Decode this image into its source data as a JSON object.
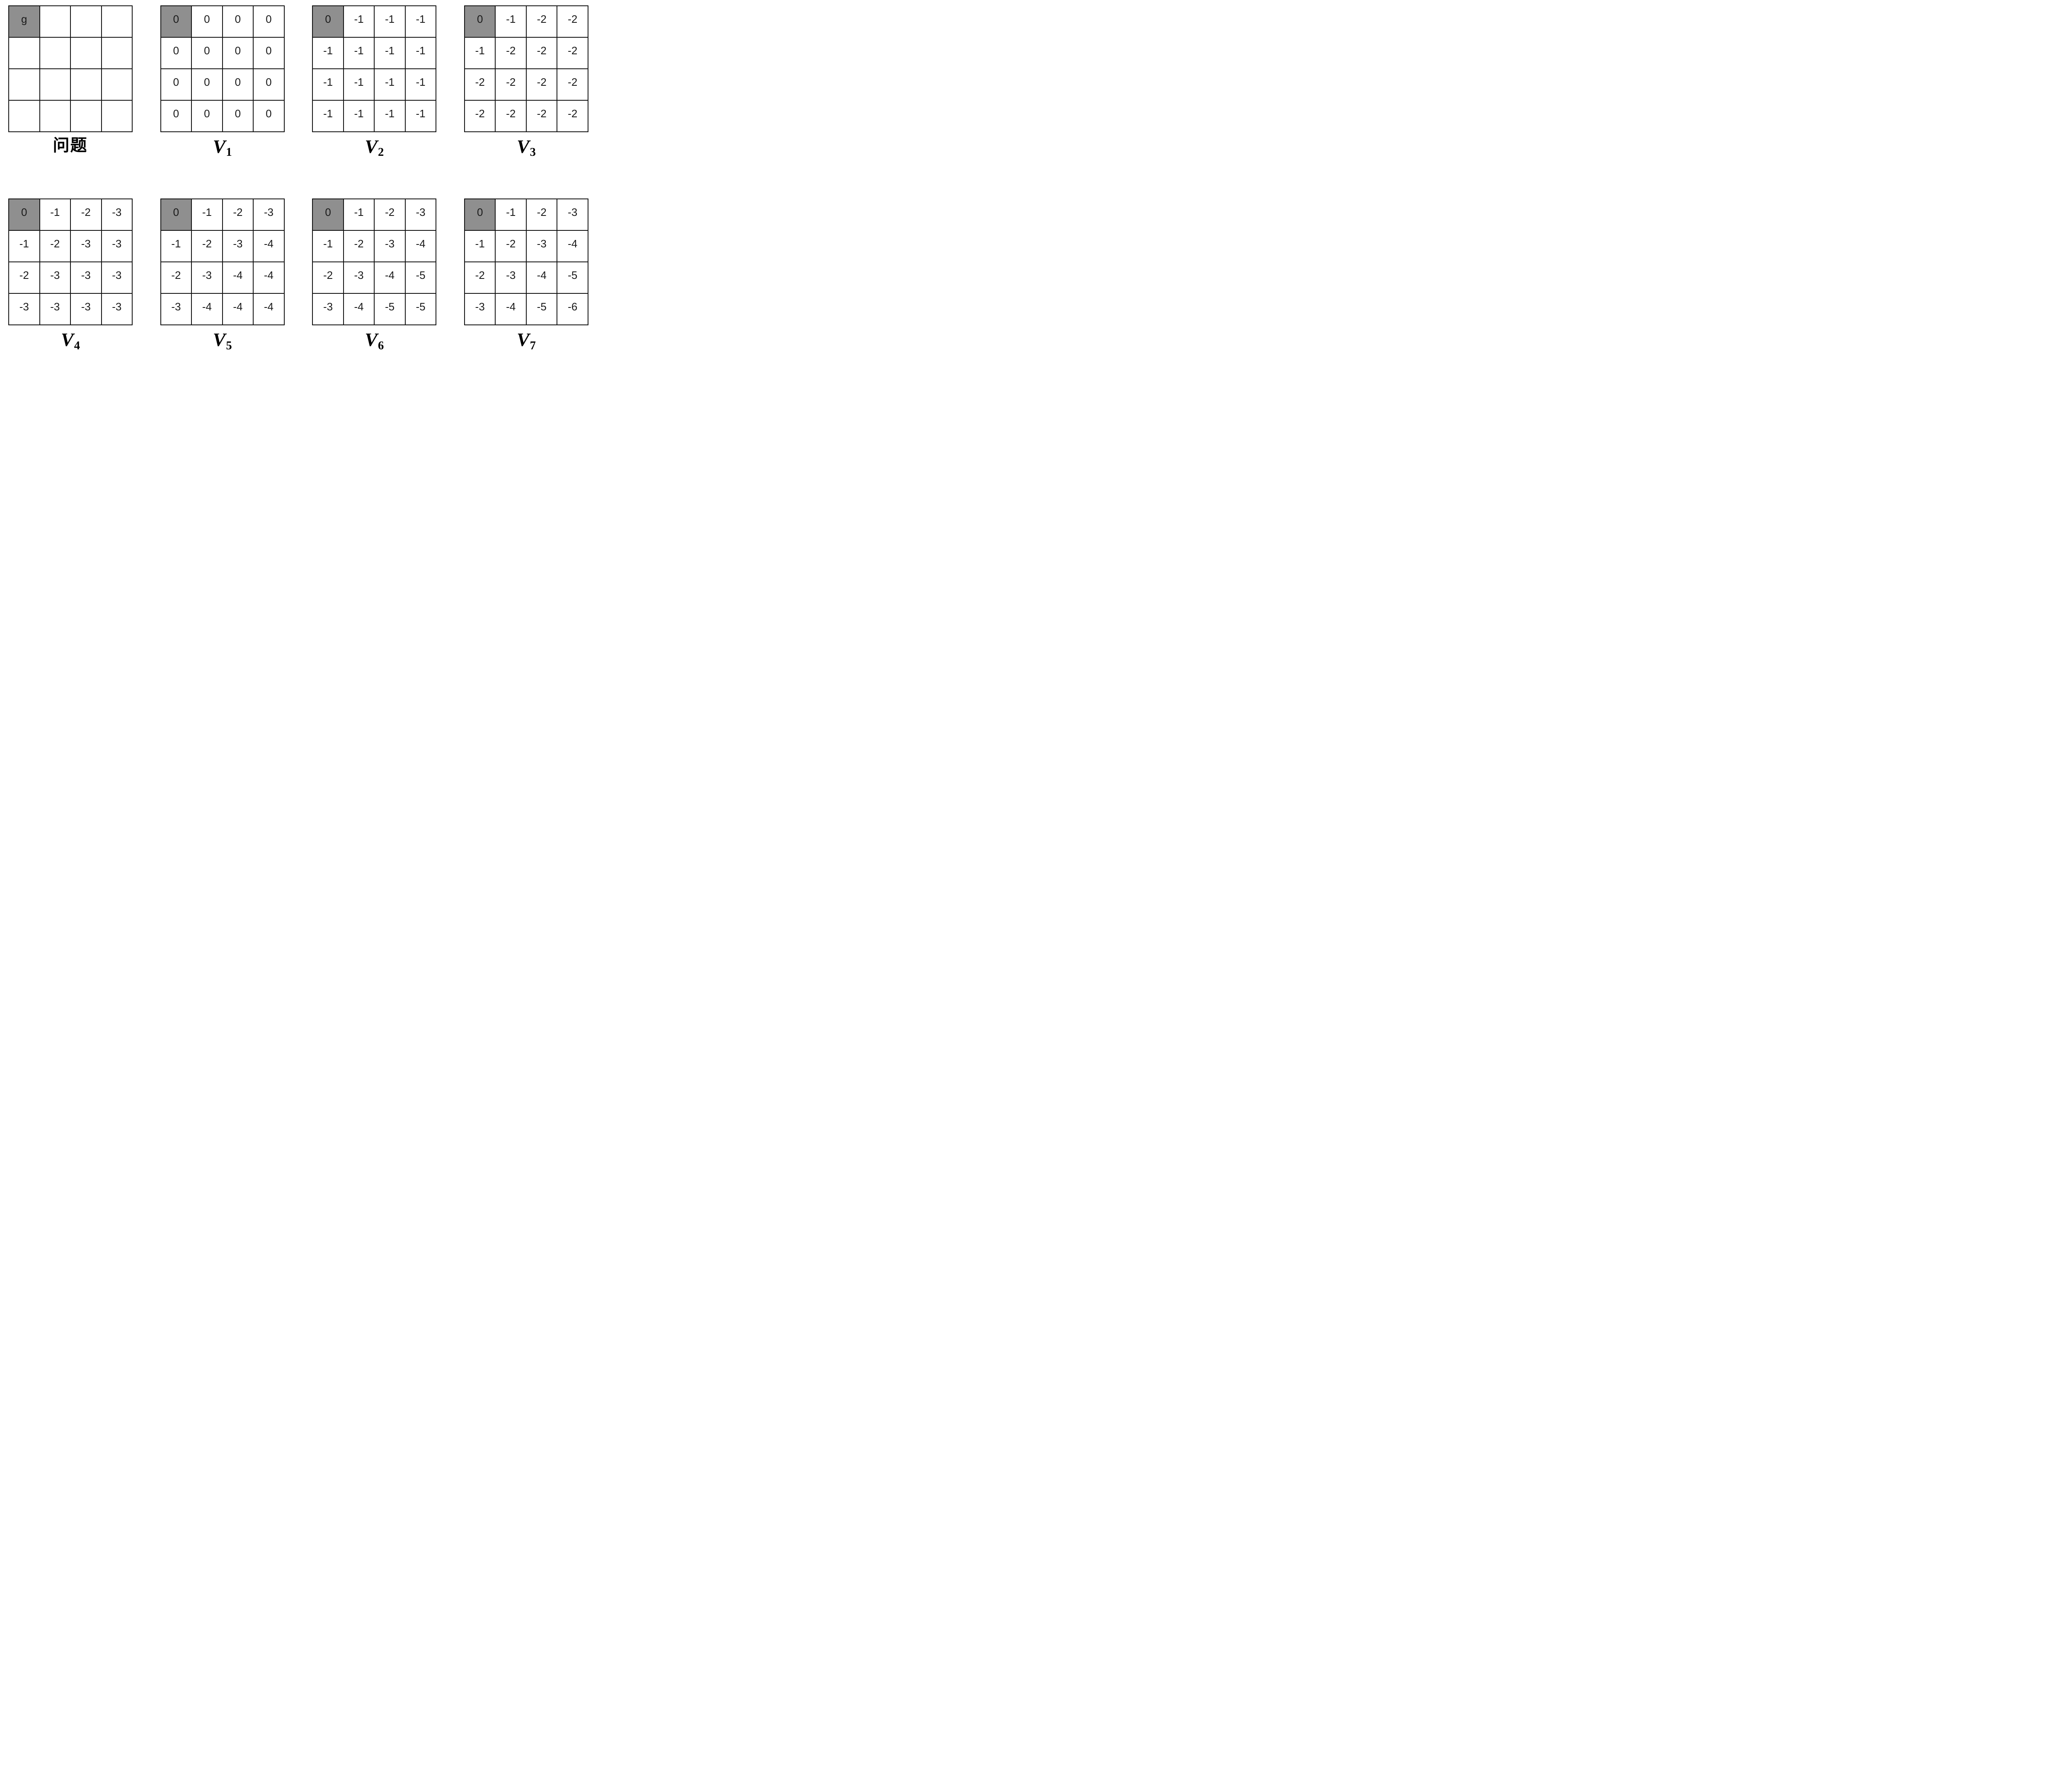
{
  "page": {
    "background": "#ffffff",
    "grid_line_color": "#111111",
    "highlight_color": "#8f8f8f",
    "figures_per_row": 4
  },
  "figures": [
    {
      "name": "problem",
      "label": {
        "main": "问题",
        "sub": "",
        "style": "cjk"
      },
      "highlight": {
        "row": 0,
        "col": 0
      },
      "cells": [
        [
          "g",
          "",
          "",
          ""
        ],
        [
          "",
          "",
          "",
          ""
        ],
        [
          "",
          "",
          "",
          ""
        ],
        [
          "",
          "",
          "",
          ""
        ]
      ]
    },
    {
      "name": "V1",
      "label": {
        "main": "V",
        "sub": "1",
        "style": "math"
      },
      "highlight": {
        "row": 0,
        "col": 0
      },
      "cells": [
        [
          "0",
          "0",
          "0",
          "0"
        ],
        [
          "0",
          "0",
          "0",
          "0"
        ],
        [
          "0",
          "0",
          "0",
          "0"
        ],
        [
          "0",
          "0",
          "0",
          "0"
        ]
      ]
    },
    {
      "name": "V2",
      "label": {
        "main": "V",
        "sub": "2",
        "style": "math"
      },
      "highlight": {
        "row": 0,
        "col": 0
      },
      "cells": [
        [
          "0",
          "-1",
          "-1",
          "-1"
        ],
        [
          "-1",
          "-1",
          "-1",
          "-1"
        ],
        [
          "-1",
          "-1",
          "-1",
          "-1"
        ],
        [
          "-1",
          "-1",
          "-1",
          "-1"
        ]
      ]
    },
    {
      "name": "V3",
      "label": {
        "main": "V",
        "sub": "3",
        "style": "math"
      },
      "highlight": {
        "row": 0,
        "col": 0
      },
      "cells": [
        [
          "0",
          "-1",
          "-2",
          "-2"
        ],
        [
          "-1",
          "-2",
          "-2",
          "-2"
        ],
        [
          "-2",
          "-2",
          "-2",
          "-2"
        ],
        [
          "-2",
          "-2",
          "-2",
          "-2"
        ]
      ]
    },
    {
      "name": "V4",
      "label": {
        "main": "V",
        "sub": "4",
        "style": "math"
      },
      "highlight": {
        "row": 0,
        "col": 0
      },
      "cells": [
        [
          "0",
          "-1",
          "-2",
          "-3"
        ],
        [
          "-1",
          "-2",
          "-3",
          "-3"
        ],
        [
          "-2",
          "-3",
          "-3",
          "-3"
        ],
        [
          "-3",
          "-3",
          "-3",
          "-3"
        ]
      ]
    },
    {
      "name": "V5",
      "label": {
        "main": "V",
        "sub": "5",
        "style": "math"
      },
      "highlight": {
        "row": 0,
        "col": 0
      },
      "cells": [
        [
          "0",
          "-1",
          "-2",
          "-3"
        ],
        [
          "-1",
          "-2",
          "-3",
          "-4"
        ],
        [
          "-2",
          "-3",
          "-4",
          "-4"
        ],
        [
          "-3",
          "-4",
          "-4",
          "-4"
        ]
      ]
    },
    {
      "name": "V6",
      "label": {
        "main": "V",
        "sub": "6",
        "style": "math"
      },
      "highlight": {
        "row": 0,
        "col": 0
      },
      "cells": [
        [
          "0",
          "-1",
          "-2",
          "-3"
        ],
        [
          "-1",
          "-2",
          "-3",
          "-4"
        ],
        [
          "-2",
          "-3",
          "-4",
          "-5"
        ],
        [
          "-3",
          "-4",
          "-5",
          "-5"
        ]
      ]
    },
    {
      "name": "V7",
      "label": {
        "main": "V",
        "sub": "7",
        "style": "math"
      },
      "highlight": {
        "row": 0,
        "col": 0
      },
      "cells": [
        [
          "0",
          "-1",
          "-2",
          "-3"
        ],
        [
          "-1",
          "-2",
          "-3",
          "-4"
        ],
        [
          "-2",
          "-3",
          "-4",
          "-5"
        ],
        [
          "-3",
          "-4",
          "-5",
          "-6"
        ]
      ]
    }
  ]
}
